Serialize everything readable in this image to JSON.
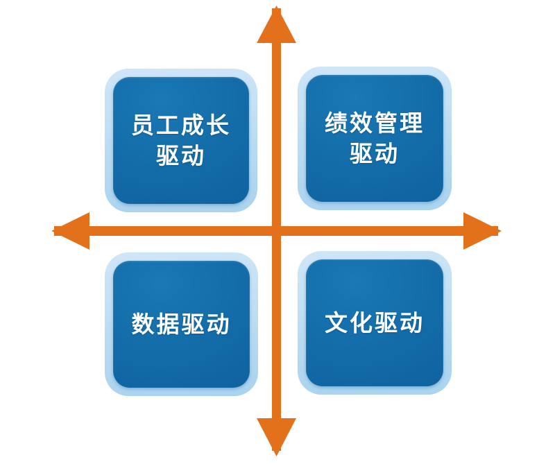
{
  "diagram": {
    "type": "2x2-quadrant-matrix",
    "title": "",
    "background_color": "#ffffff",
    "axis": {
      "color": "#e3711c",
      "orientation": "cross",
      "line_thickness_px": 13,
      "arrows": [
        {
          "name": "up-arrow",
          "direction": "up",
          "label": ""
        },
        {
          "name": "down-arrow",
          "direction": "down",
          "label": ""
        },
        {
          "name": "left-arrow",
          "direction": "left",
          "label": ""
        },
        {
          "name": "right-arrow",
          "direction": "right",
          "label": ""
        }
      ]
    },
    "box_style": {
      "fill_color": "#10689f",
      "border_color": "#c2e0f5",
      "text_color": "#ffffff"
    },
    "quadrants": [
      {
        "id": "top-left",
        "label": "员工成长\n驱动",
        "label_lines": [
          "员工成长",
          "驱动"
        ]
      },
      {
        "id": "top-right",
        "label": "绩效管理\n驱动",
        "label_lines": [
          "绩效管理",
          "驱动"
        ]
      },
      {
        "id": "bottom-left",
        "label": "数据驱动",
        "label_lines": [
          "数据驱动"
        ]
      },
      {
        "id": "bottom-right",
        "label": "文化驱动",
        "label_lines": [
          "文化驱动"
        ]
      }
    ]
  }
}
